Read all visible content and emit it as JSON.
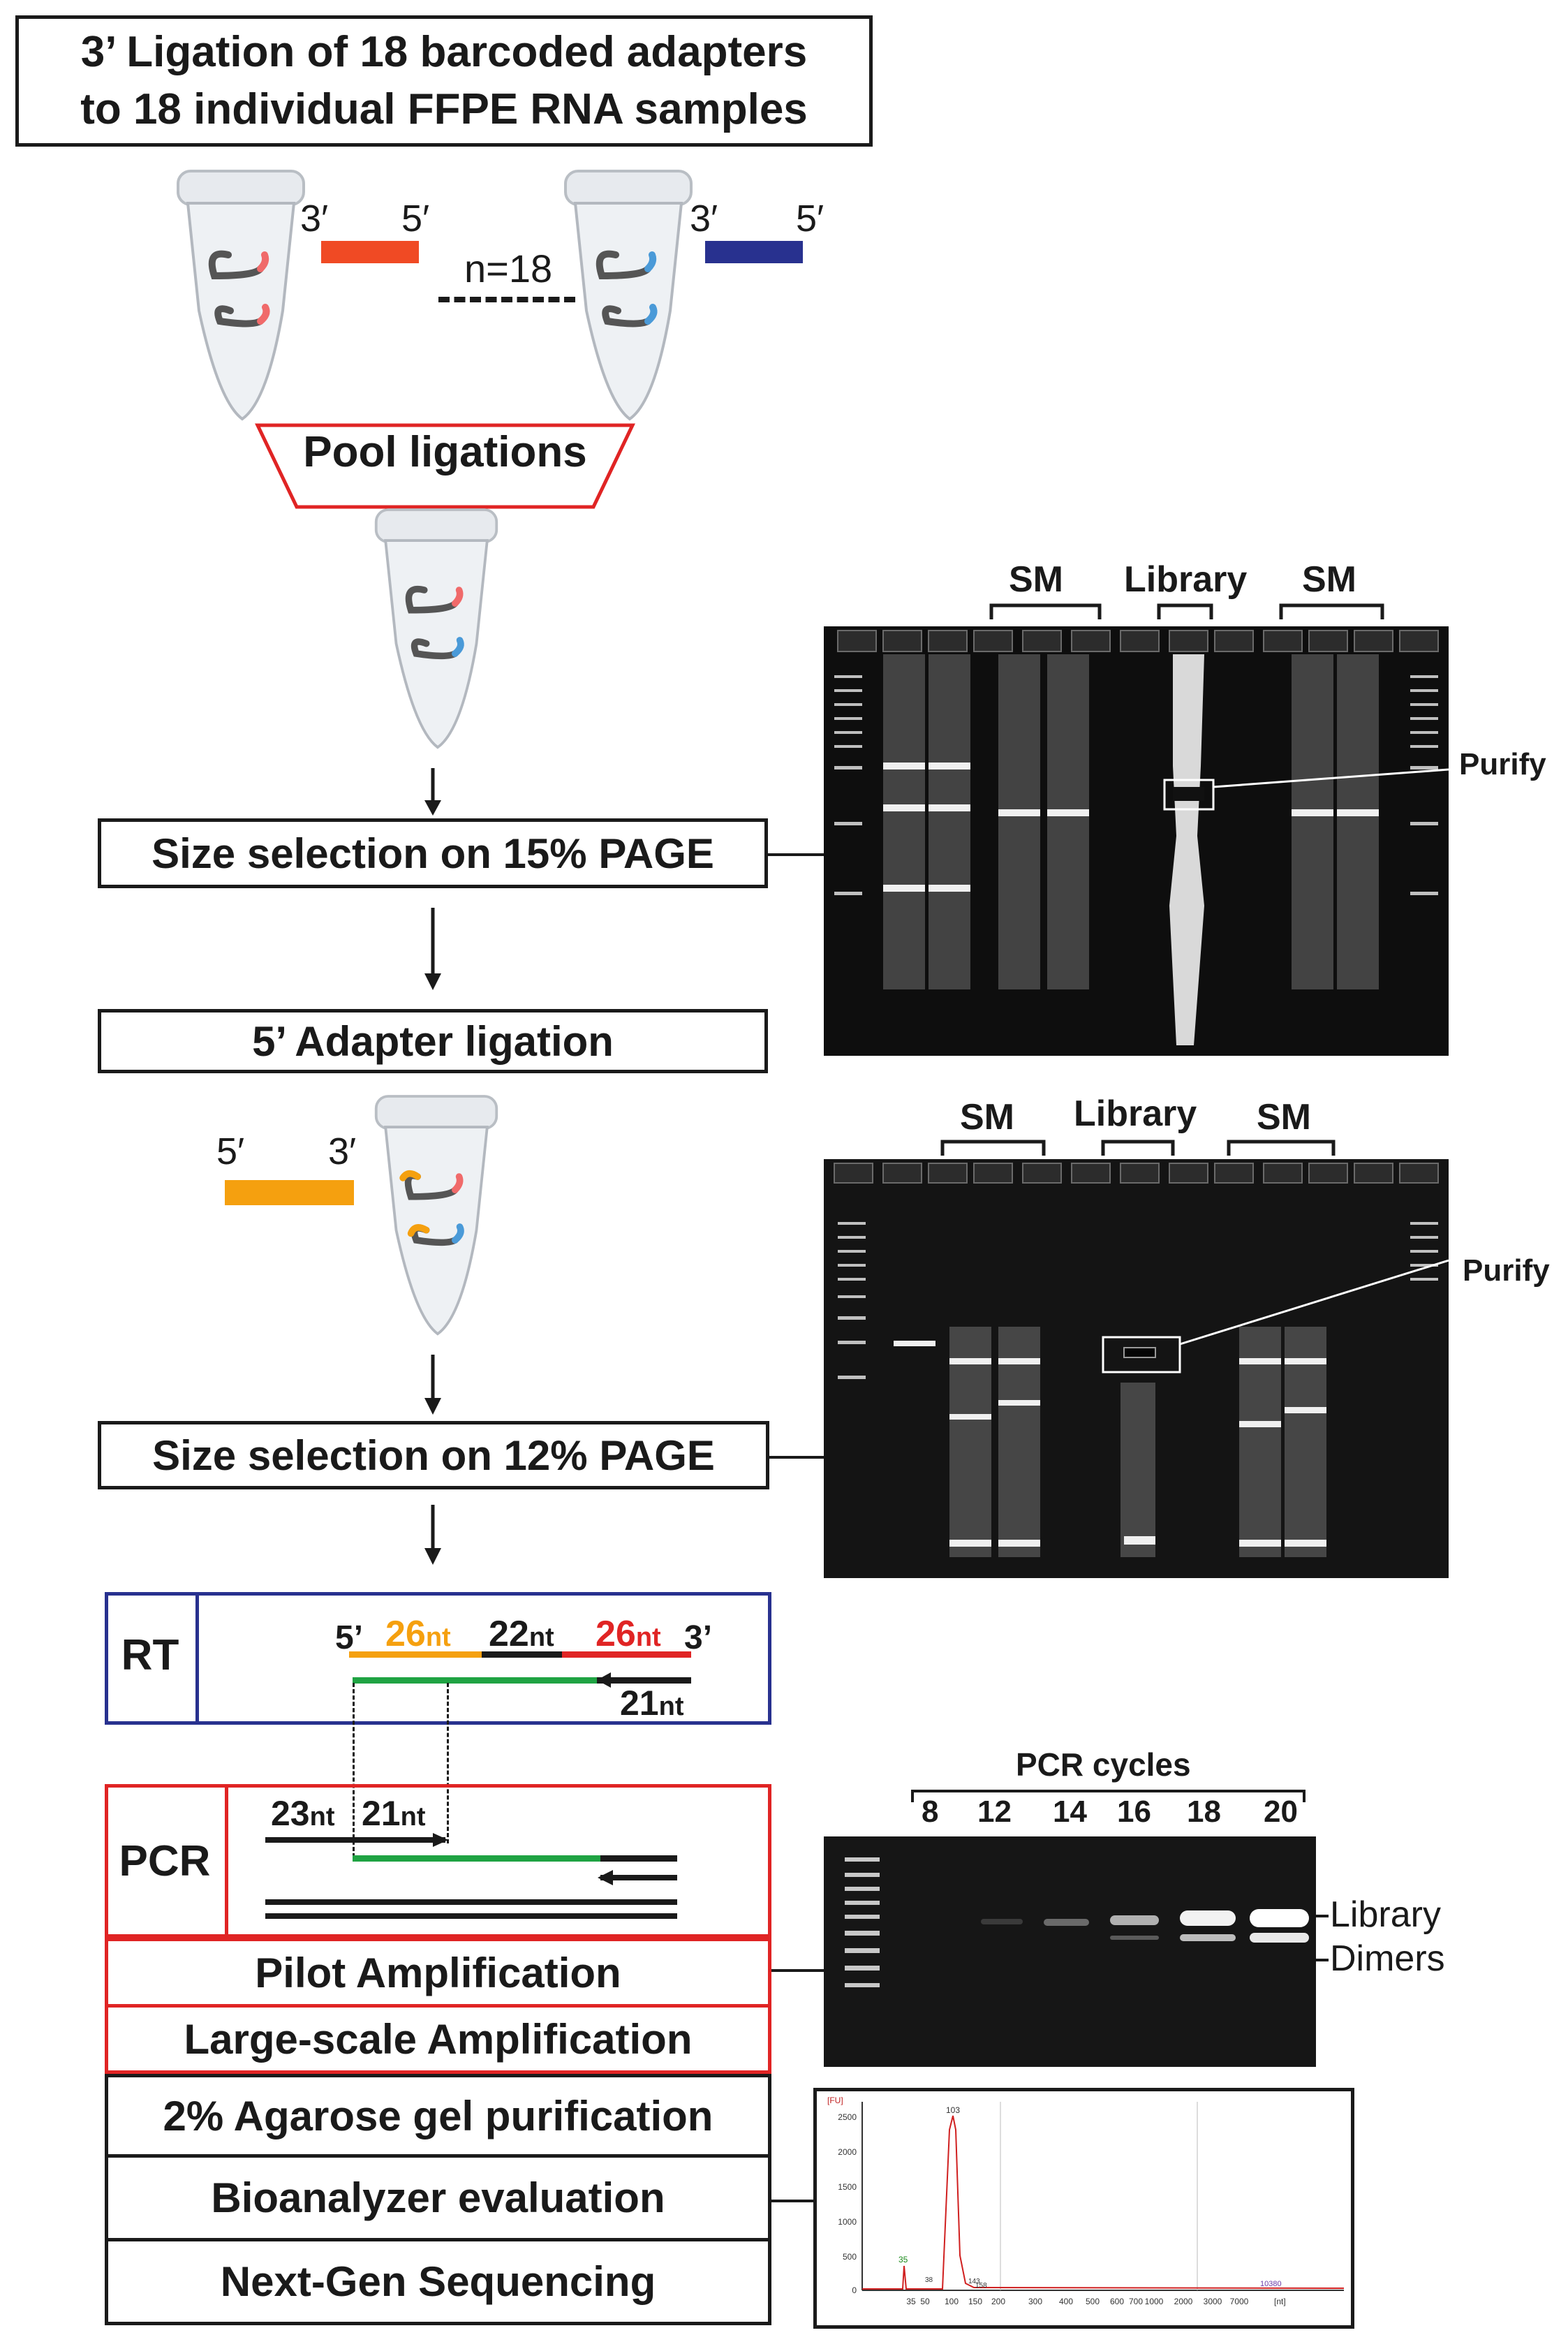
{
  "title": {
    "line1": "3’ Ligation of 18 barcoded adapters",
    "line2": "to 18 individual FFPE RNA samples"
  },
  "adapters3": {
    "left_3": "3′",
    "left_5": "5′",
    "right_3": "3′",
    "right_5": "5′",
    "n_label": "n=18",
    "color_red": "#f04a24",
    "color_blue": "#28318f"
  },
  "pool_label": "Pool ligations",
  "step_size15": "Size selection on 15% PAGE",
  "step_5ligation": "5’ Adapter ligation",
  "adapter5": {
    "left_5": "5′",
    "right_3": "3′",
    "color_orange": "#f5a00f"
  },
  "step_size12": "Size selection on 12% PAGE",
  "gel1": {
    "sm_left": "SM",
    "library": "Library",
    "sm_right": "SM",
    "purify": "Purify"
  },
  "gel2": {
    "sm_left": "SM",
    "library": "Library",
    "sm_right": "SM",
    "purify": "Purify"
  },
  "rt": {
    "label": "RT",
    "end5": "5’",
    "end3": "3’",
    "seg1_num": "26",
    "seg1_unit": "nt",
    "seg2_num": "22",
    "seg2_unit": "nt",
    "seg3_num": "26",
    "seg3_unit": "nt",
    "primer_num": "21",
    "primer_unit": "nt"
  },
  "pcr": {
    "label": "PCR",
    "p1_num": "23",
    "p1_unit": "nt",
    "p2_num": "21",
    "p2_unit": "nt"
  },
  "steps_bottom": [
    "Pilot Amplification",
    "Large-scale Amplification",
    "2% Agarose gel purification",
    "Bioanalyzer evaluation",
    "Next-Gen Sequencing"
  ],
  "pcr_gel": {
    "cycles_title": "PCR cycles",
    "cycles": [
      "8",
      "12",
      "14",
      "16",
      "18",
      "20"
    ],
    "library_label": "Library",
    "dimers_label": "Dimers"
  },
  "bioanalyzer": {
    "yunit": "[FU]",
    "yticks": [
      "2500",
      "2000",
      "1500",
      "1000",
      "500",
      "0"
    ],
    "xticks": [
      "35",
      "50",
      "100",
      "150",
      "200",
      "300",
      "400",
      "500",
      "600",
      "700",
      "1000",
      "2000",
      "3000",
      "7000"
    ],
    "xunit": "[nt]",
    "peak_main": "103",
    "peak_marker": "35",
    "marker_hi": "10380",
    "minor_labels": [
      "38",
      "143",
      "158"
    ]
  }
}
